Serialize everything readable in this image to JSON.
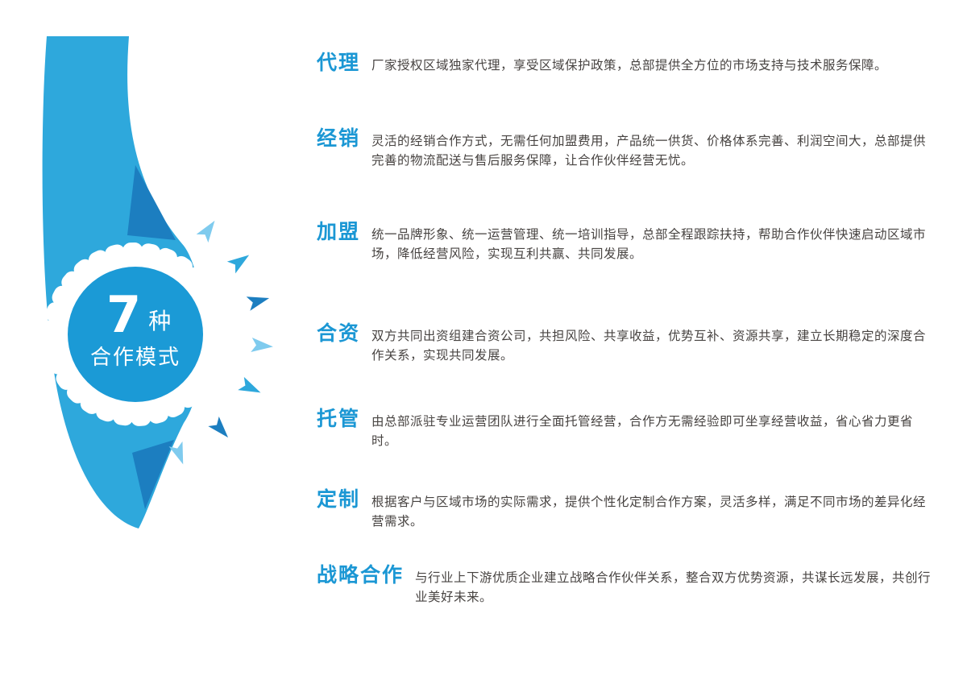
{
  "badge": {
    "number": "7",
    "unit": "种",
    "label": "合作模式"
  },
  "colors": {
    "accent_blue": "#1b97d4",
    "light_blue": "#2ea8dc",
    "pale_blue": "#7fcbee",
    "deep_blue": "#1c7ec0",
    "text_gray": "#474341"
  },
  "items": [
    {
      "label": "代理",
      "desc": "厂家授权区域独家代理，享受区域保护政策，总部提供全方位的市场支持与技术服务保障。"
    },
    {
      "label": "经销",
      "desc": "灵活的经销合作方式，无需任何加盟费用，产品统一供货、价格体系完善、利润空间大，总部提供完善的物流配送与售后服务保障，让合作伙伴经营无忧。"
    },
    {
      "label": "加盟",
      "desc": "统一品牌形象、统一运营管理、统一培训指导，总部全程跟踪扶持，帮助合作伙伴快速启动区域市场，降低经营风险，实现互利共赢、共同发展。"
    },
    {
      "label": "合资",
      "desc": "双方共同出资组建合资公司，共担风险、共享收益，优势互补、资源共享，建立长期稳定的深度合作关系，实现共同发展。"
    },
    {
      "label": "托管",
      "desc": "由总部派驻专业运营团队进行全面托管经营，合作方无需经验即可坐享经营收益，省心省力更省时。"
    },
    {
      "label": "定制",
      "desc": "根据客户与区域市场的实际需求，提供个性化定制合作方案，灵活多样，满足不同市场的差异化经营需求。"
    },
    {
      "label": "战略合作",
      "desc": "与行业上下游优质企业建立战略合作伙伴关系，整合双方优势资源，共谋长远发展，共创行业美好未来。"
    }
  ]
}
